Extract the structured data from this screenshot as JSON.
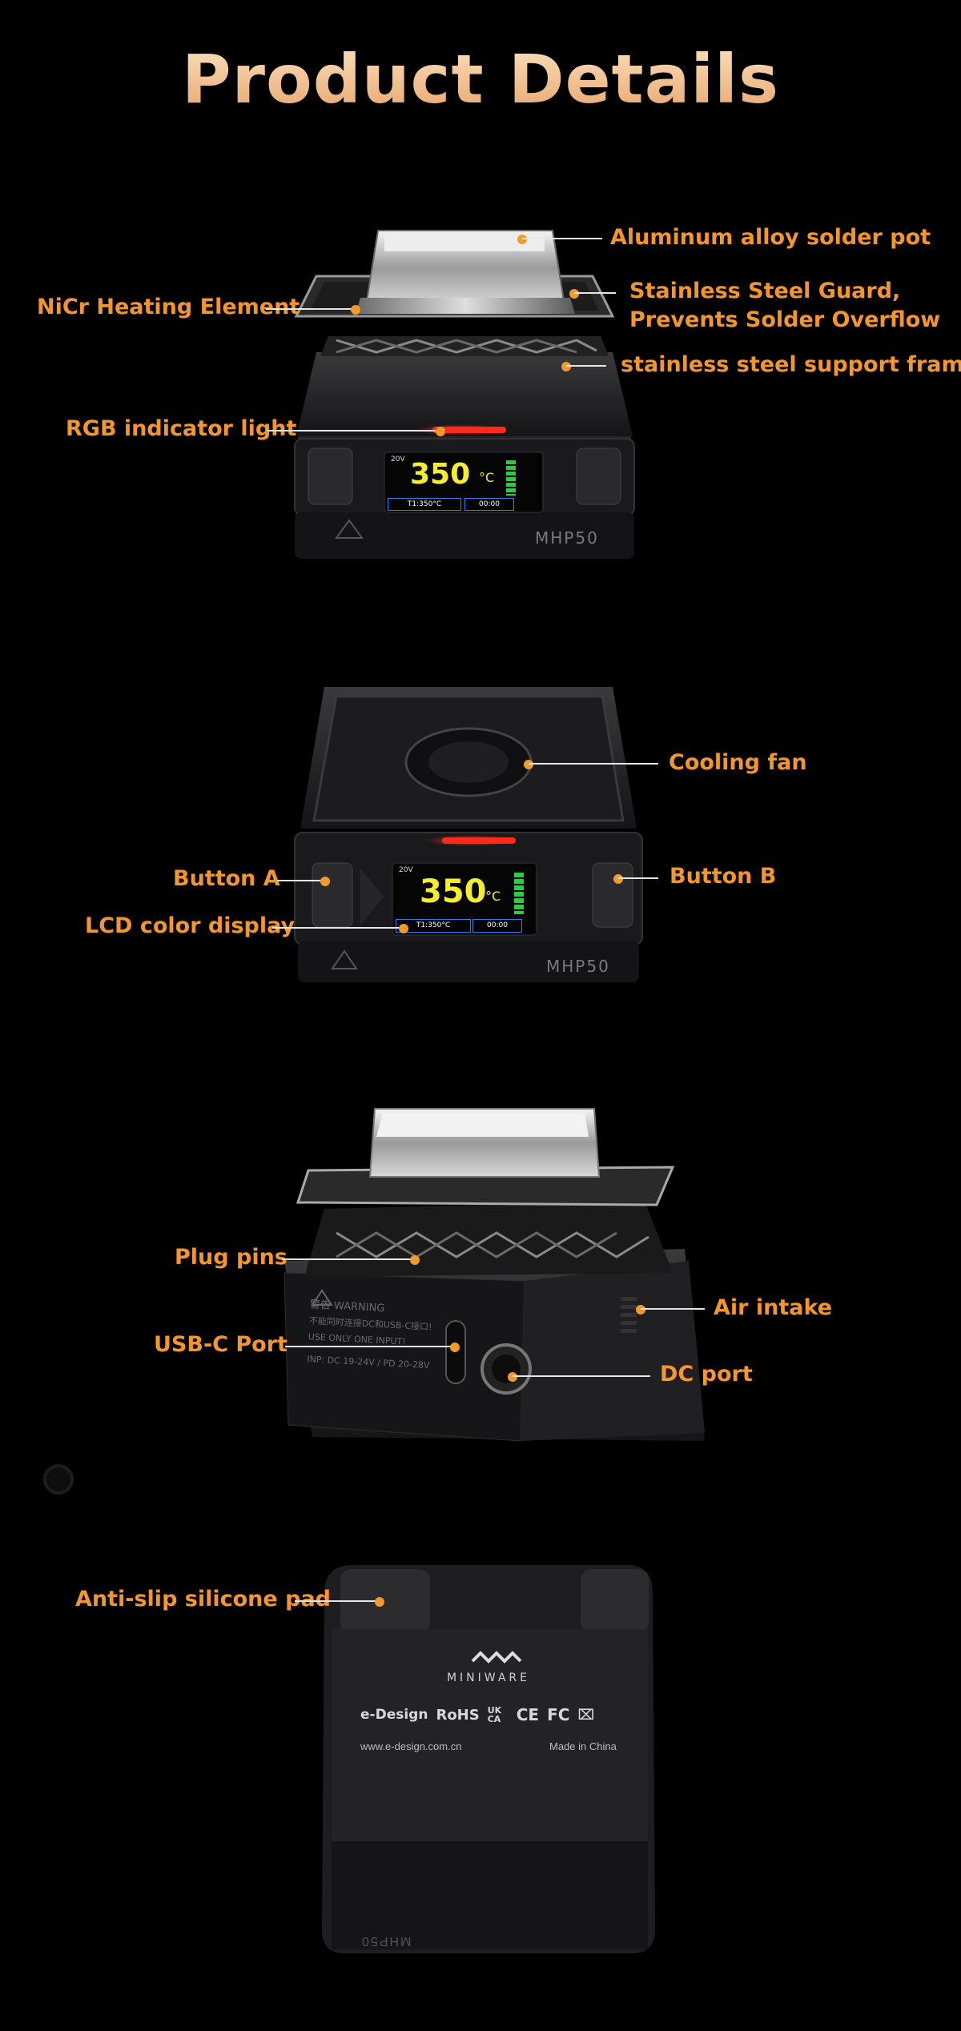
{
  "title": "Product Details",
  "labels": {
    "aluminum_pot": "Aluminum alloy solder pot",
    "nicr": "NiCr Heating Element",
    "guard_line1": "Stainless Steel Guard,",
    "guard_line2": "Prevents Solder Overflow",
    "support_frame": "stainless steel support frame",
    "rgb": "RGB indicator light",
    "cooling_fan": "Cooling fan",
    "button_a": "Button A",
    "button_b": "Button B",
    "lcd": "LCD color display",
    "plug_pins": "Plug pins",
    "air_intake": "Air intake",
    "usbc": "USB-C Port",
    "dc_port": "DC port",
    "antislip": "Anti-slip silicone pad"
  },
  "device": {
    "model": "MHP50",
    "screen_temp": "350",
    "screen_unit": "°C",
    "screen_voltage": "20V",
    "screen_target": "T1:350°C",
    "screen_timer": "00:00",
    "warning_title": "警告 WARNING",
    "warning_line1": "不能同时连接DC和USB-C接口!",
    "warning_line2": "USE ONLY ONE INPUT!",
    "warning_line3": "INP: DC 19-24V / PD 20-28V",
    "brand": "MINIWARE",
    "cert_edesign": "e-Design",
    "cert_rohs": "RoHS",
    "cert_ukca": "UK CA",
    "cert_ce": "CE",
    "cert_fc": "FC",
    "website": "www.e-design.com.cn",
    "made_in": "Made in China"
  },
  "colors": {
    "label": "#f5962a",
    "dot": "#f39a2a",
    "title_top": "#fbe2c0",
    "title_bottom": "#e8a46a",
    "screen_temp": "#f5ee2a",
    "rgb_light": "#ff2a1a"
  }
}
